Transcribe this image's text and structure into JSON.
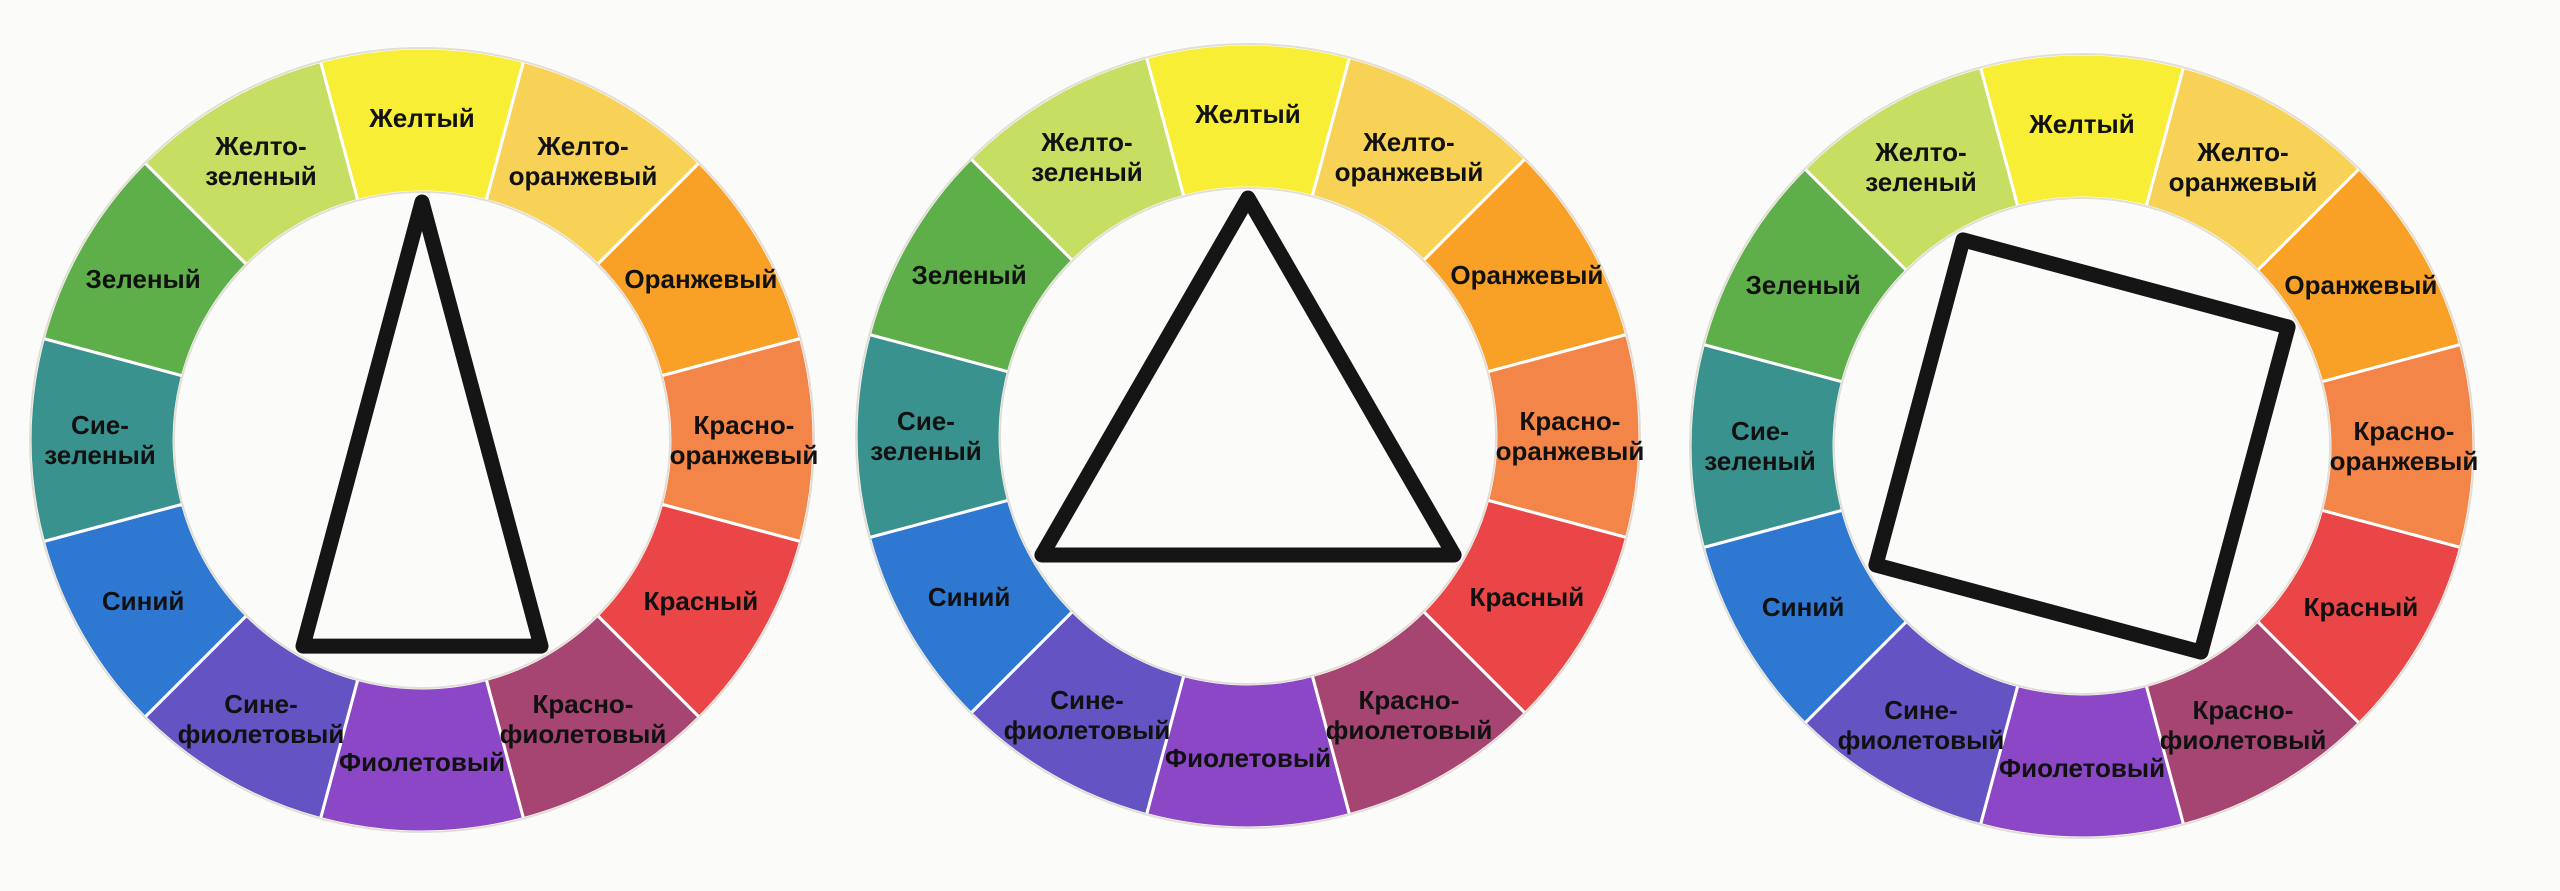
{
  "segments": [
    {
      "id": "yellow",
      "lines": [
        "Желтый"
      ],
      "color": "#f7ee35"
    },
    {
      "id": "yellow-orange",
      "lines": [
        "Желто-",
        "оранжевый"
      ],
      "color": "#f8d257"
    },
    {
      "id": "orange",
      "lines": [
        "Оранжевый"
      ],
      "color": "#f9a126"
    },
    {
      "id": "red-orange",
      "lines": [
        "Красно-",
        "оранжевый"
      ],
      "color": "#f48548"
    },
    {
      "id": "red",
      "lines": [
        "Красный"
      ],
      "color": "#ea4648"
    },
    {
      "id": "red-violet",
      "lines": [
        "Красно-",
        "фиолетовый"
      ],
      "color": "#a64572"
    },
    {
      "id": "violet",
      "lines": [
        "Фиолетовый"
      ],
      "color": "#8b47c5"
    },
    {
      "id": "blue-violet",
      "lines": [
        "Сине-",
        "фиолетовый"
      ],
      "color": "#6453c2"
    },
    {
      "id": "blue",
      "lines": [
        "Синий"
      ],
      "color": "#2e78d2"
    },
    {
      "id": "blue-green",
      "lines": [
        "Сие-",
        "зеленый"
      ],
      "color": "#3a928e"
    },
    {
      "id": "green",
      "lines": [
        "Зеленый"
      ],
      "color": "#5eae4a"
    },
    {
      "id": "yellow-green",
      "lines": [
        "Желто-",
        "зеленый"
      ],
      "color": "#c6de62"
    }
  ],
  "wheels": [
    {
      "id": "isosceles-triangle",
      "shape": "isosceles triangle",
      "vertices": [
        "yellow",
        "red-violet",
        "blue-violet"
      ]
    },
    {
      "id": "equilateral-triangle",
      "shape": "equilateral triangle",
      "vertices": [
        "yellow",
        "red",
        "blue"
      ]
    },
    {
      "id": "rectangle",
      "shape": "rectangle",
      "vertices": [
        "yellow-green",
        "orange",
        "red-violet",
        "blue"
      ]
    }
  ],
  "colors": {
    "background": "#fbfbf9",
    "outline": "#151515",
    "label": "#111111"
  }
}
